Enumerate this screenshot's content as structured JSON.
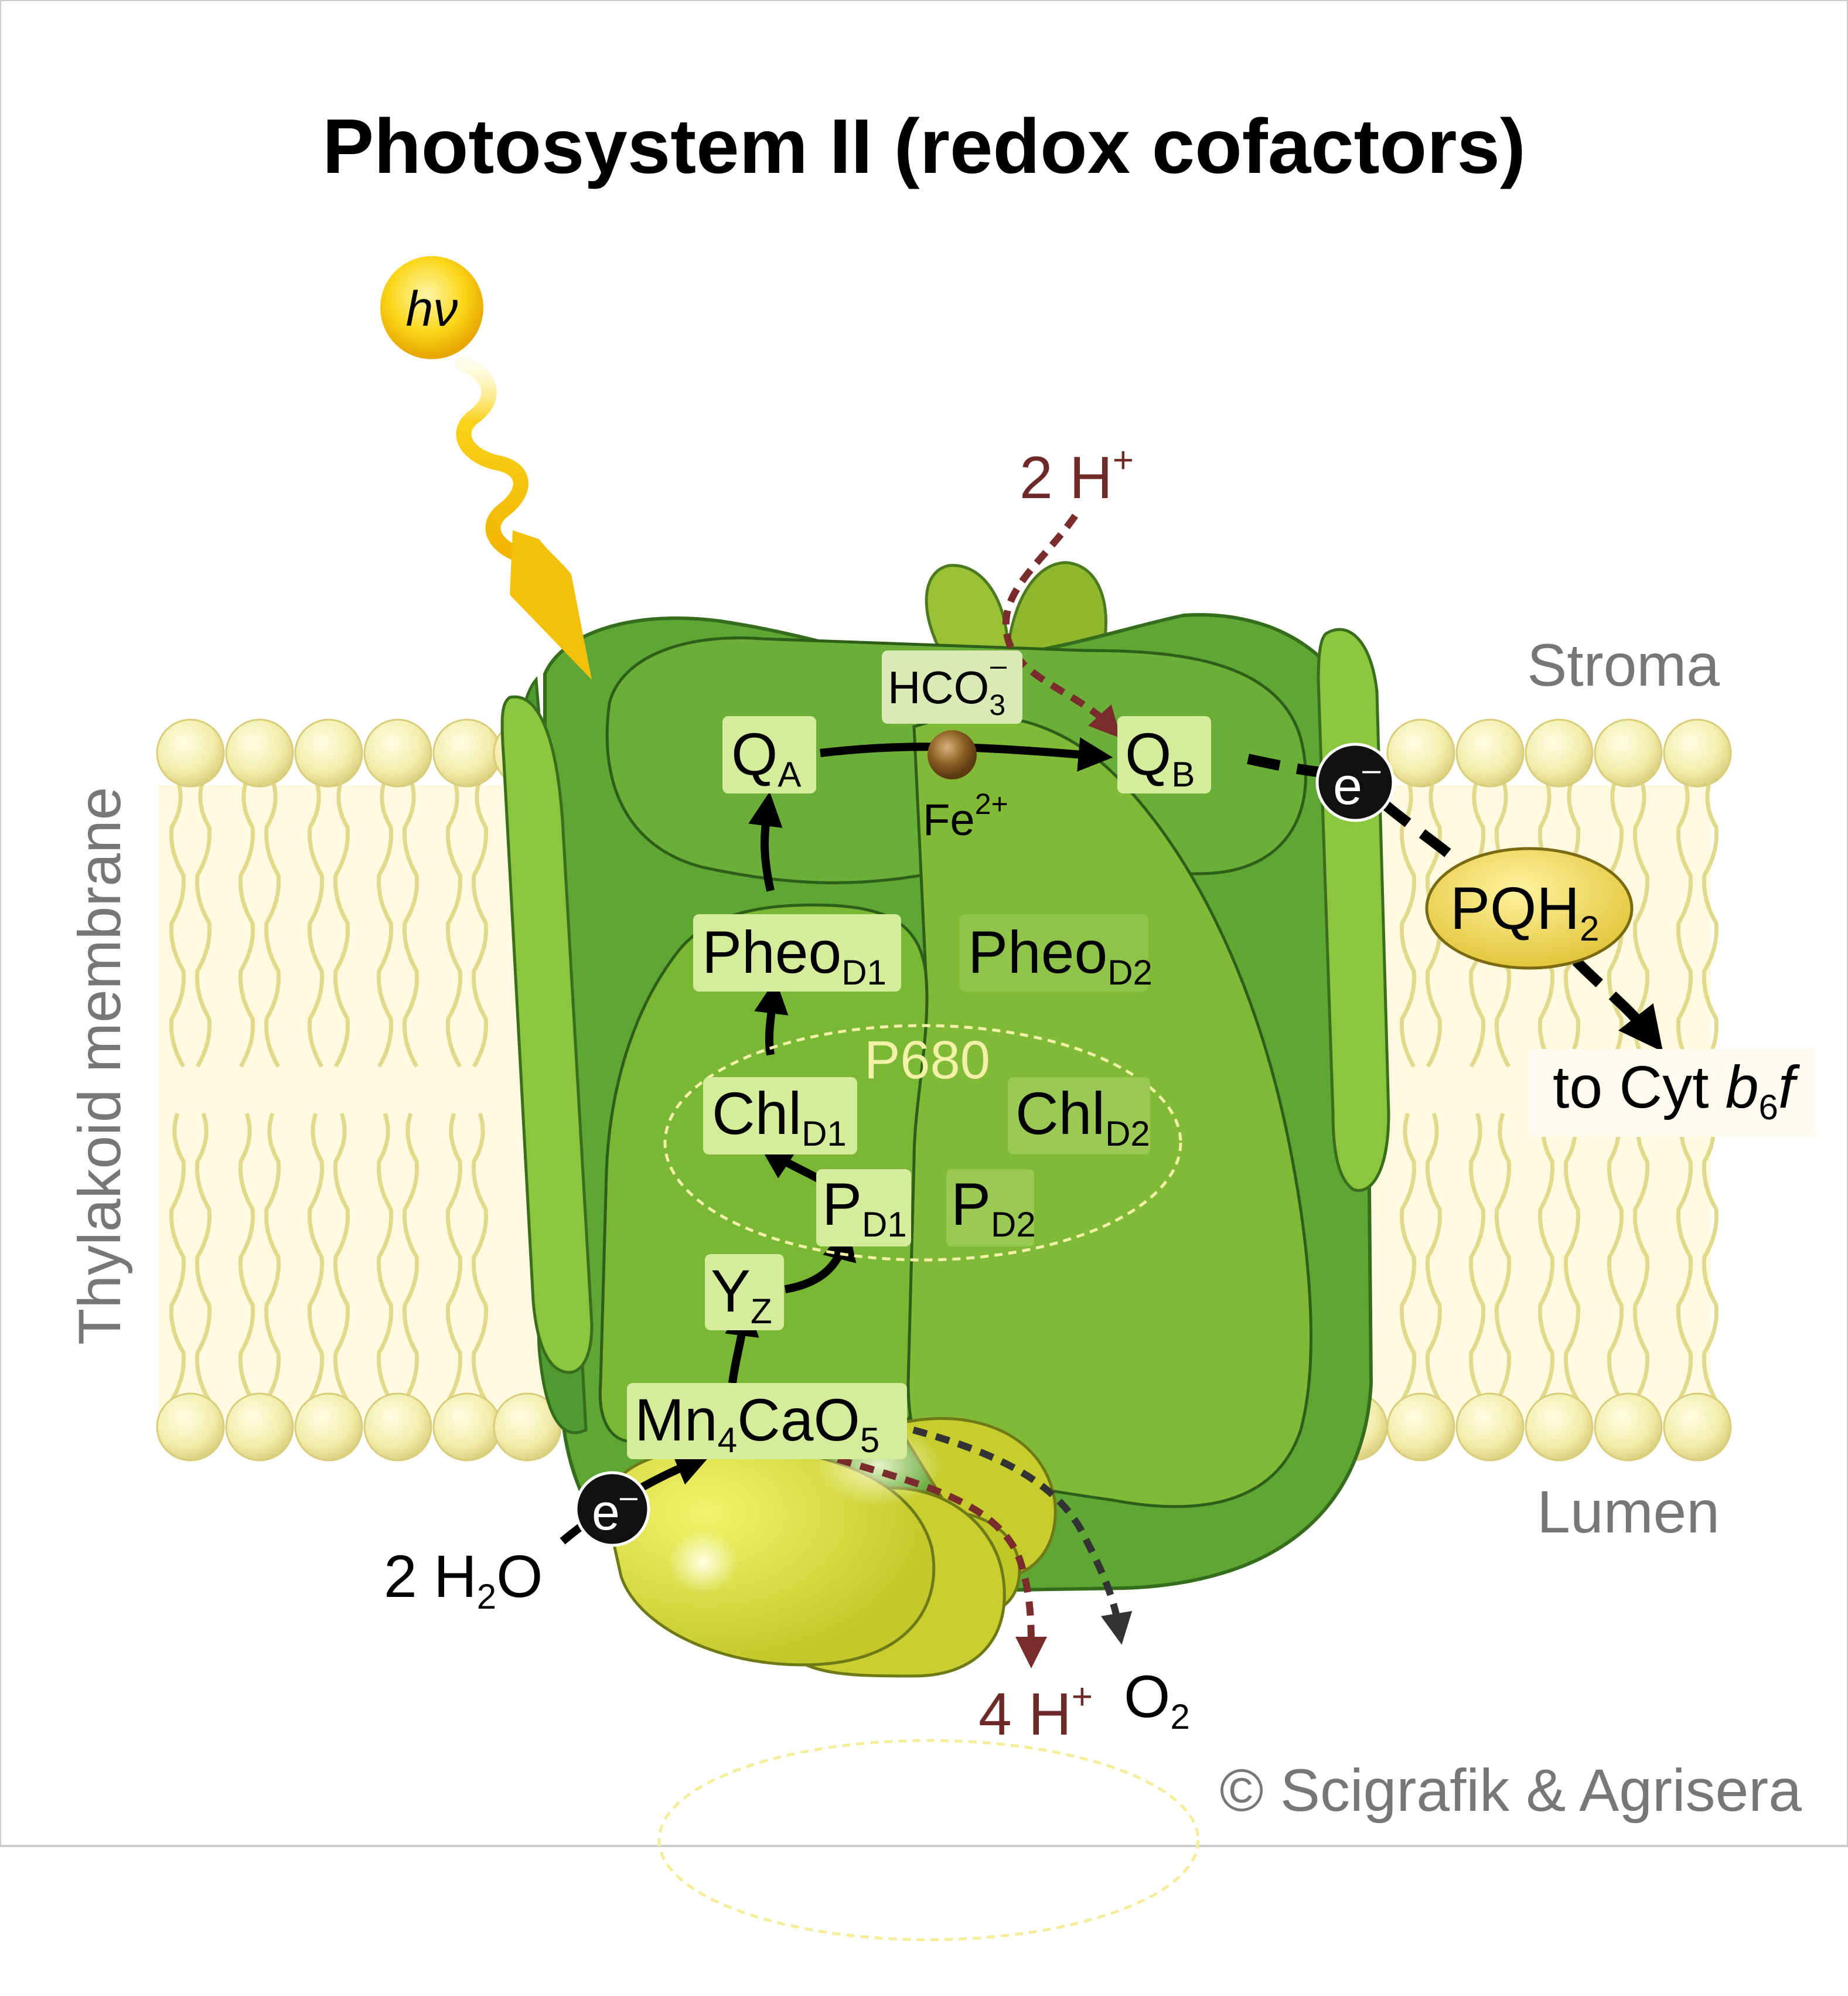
{
  "title": "Photosystem II (redox cofactors)",
  "regions": {
    "stroma": "Stroma",
    "lumen": "Lumen",
    "membrane": "Thylakoid membrane"
  },
  "light": {
    "h": "h",
    "nu": "ν"
  },
  "cofactors": {
    "qa": {
      "main": "Q",
      "sub": "A"
    },
    "qb": {
      "main": "Q",
      "sub": "B"
    },
    "fe": {
      "main": "Fe",
      "sup": "2+"
    },
    "hco3": {
      "main": "HCO",
      "sub": "3",
      "sup": "–"
    },
    "pheo_d1": {
      "main": "Pheo",
      "sub": "D1"
    },
    "pheo_d2": {
      "main": "Pheo",
      "sub": "D2"
    },
    "p680": "P680",
    "chl_d1": {
      "main": "Chl",
      "sub": "D1"
    },
    "chl_d2": {
      "main": "Chl",
      "sub": "D2"
    },
    "p_d1": {
      "main": "P",
      "sub": "D1"
    },
    "p_d2": {
      "main": "P",
      "sub": "D2"
    },
    "yz": {
      "main": "Y",
      "sub": "Z"
    },
    "mn": {
      "m1": "Mn",
      "s1": "4",
      "m2": "CaO",
      "s2": "5"
    }
  },
  "electron": {
    "e": "e",
    "minus": "–"
  },
  "pqh2": {
    "main": "PQH",
    "sub": "2"
  },
  "cyt": {
    "prefix": "to Cyt ",
    "b": "b",
    "sub": "6",
    "f": "f"
  },
  "protons_top": {
    "main": "2 H",
    "sup": "+"
  },
  "protons_bottom": {
    "main": "4 H",
    "sup": "+"
  },
  "water": {
    "pre": "2 H",
    "sub": "2",
    "post": "O"
  },
  "oxygen": {
    "main": "O",
    "sub": "2"
  },
  "copyright": "© Scigrafik & Agrisera",
  "colors": {
    "protein_dark": "#4f9a31",
    "protein_mid": "#5faa36",
    "protein_light": "#7eb834",
    "lumen_sub": "#c6cd2c",
    "lipid_head": "#f2eca8",
    "lipid_tail": "#e1d98c",
    "label_box": "#d4ec9c",
    "photon": "#f7c90d",
    "proton_path": "#7a2b2b"
  }
}
